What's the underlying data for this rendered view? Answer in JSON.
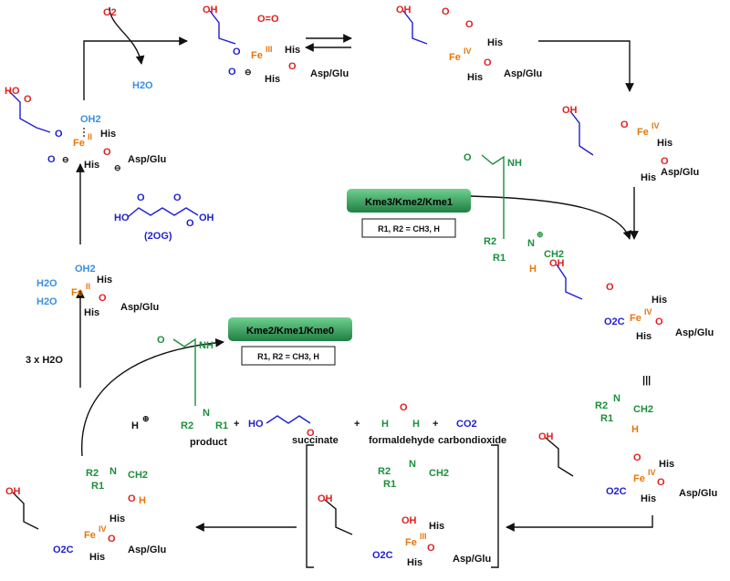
{
  "reagents": {
    "o2": "O2",
    "h2o": "H2O",
    "two_og": "(2OG)",
    "three_water": "3 x H2O"
  },
  "ligands": {
    "his": "His",
    "asp_glu": "Asp/Glu",
    "oh2": "OH2",
    "h2o": "H2O",
    "o2c": "O2C",
    "ho": "HO",
    "oh": "OH",
    "o": "O",
    "o_double": "O=O"
  },
  "iron": {
    "fe2": "Fe",
    "fe2_ox": "II",
    "fe3": "Fe",
    "fe3_ox": "III",
    "fe4": "Fe",
    "fe4_ox": "IV"
  },
  "substrates": {
    "box1_title": "Kme3/Kme2/Kme1",
    "box1_sub": "R1, R2 = CH3, H",
    "box2_title": "Kme2/Kme1/Kme0",
    "box2_sub": "R1, R2 = CH3, H",
    "nh": "NH",
    "n": "N",
    "r1": "R1",
    "r2": "R2",
    "ch2": "CH2",
    "h": "H"
  },
  "products": {
    "product": "product",
    "succinate": "succinate",
    "formaldehyde": "formaldehyde",
    "carbondioxide": "carbondioxide",
    "co2": "CO2",
    "plus": "+"
  },
  "signs": {
    "minus": "⊖",
    "plus": "⊕",
    "equiv": "|||",
    "equilibrium": "⇌"
  },
  "colors": {
    "black": "#111111",
    "blue": "#1f1fd0",
    "red": "#e01f1f",
    "orange": "#e8760a",
    "green": "#1c8f3a",
    "box_green": "#2e9a58",
    "light_blue": "#3a8fe0"
  }
}
